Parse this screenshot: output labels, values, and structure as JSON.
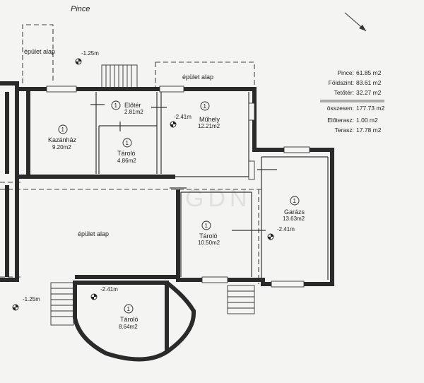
{
  "title": "Pince",
  "north_arrow": "north-arrow-icon",
  "rooms": [
    {
      "id": "eloter",
      "num": "1",
      "name": "Előtér",
      "area": "2.81m2"
    },
    {
      "id": "kazanhaz",
      "num": "1",
      "name": "Kazánház",
      "area": "9.20m2"
    },
    {
      "id": "tarolo-small",
      "num": "1",
      "name": "Tároló",
      "area": "4.86m2"
    },
    {
      "id": "muhely",
      "num": "1",
      "name": "Műhely",
      "area": "12.21m2"
    },
    {
      "id": "garazs",
      "num": "1",
      "name": "Garázs",
      "area": "13.63m2"
    },
    {
      "id": "tarolo-mid",
      "num": "1",
      "name": "Tároló",
      "area": "10.50m2"
    },
    {
      "id": "tarolo-bottom",
      "num": "1",
      "name": "Tároló",
      "area": "8.64m2"
    }
  ],
  "foundation_labels": {
    "top_left": "épület alap",
    "top_right": "épület alap",
    "middle": "épület alap"
  },
  "levels": {
    "top_left": "-1.25m",
    "muhely": "-2.41m",
    "garazs": "-2.41m",
    "bottom_left": "-1.25m",
    "bottom_tarolo": "-2.41m"
  },
  "summary": [
    {
      "label": "Pince:",
      "value": "61.85 m2"
    },
    {
      "label": "Földszint:",
      "value": "83.61 m2"
    },
    {
      "label": "Tetőtér:",
      "value": "32.27 m2"
    },
    {
      "label": "összesen:",
      "value": "177.73 m2"
    },
    {
      "label": "Előterasz:",
      "value": "1.00 m2"
    },
    {
      "label": "Terasz:",
      "value": "17.78 m2"
    }
  ],
  "watermark": "GDN"
}
